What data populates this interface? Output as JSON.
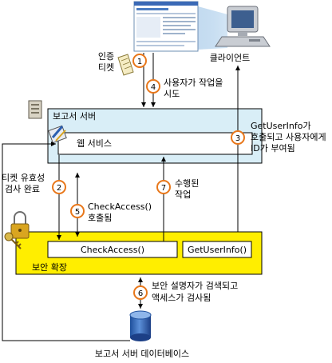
{
  "diagram": {
    "client_label": "클라이언트",
    "auth_ticket": [
      "인증",
      "티켓"
    ],
    "report_server": "보고서 서버",
    "web_service": "웹 서비스",
    "security_extension": "보안 확장",
    "check_access_method": "CheckAccess()",
    "get_user_info_method": "GetUserInfo()",
    "database_label": "보고서 서버 데이터베이스",
    "steps": [
      {
        "num": "1",
        "lines": []
      },
      {
        "num": "2",
        "lines": [
          "티켓 유효성",
          "검사 완료"
        ]
      },
      {
        "num": "3",
        "lines": [
          "GetUserInfo가",
          "호출되고 사용자에게",
          "ID가 부여됨"
        ]
      },
      {
        "num": "4",
        "lines": [
          "사용자가 작업을",
          "시도"
        ]
      },
      {
        "num": "5",
        "lines": [
          "CheckAccess()",
          "호출됨"
        ]
      },
      {
        "num": "6",
        "lines": [
          "보안 설명자가 검색되고",
          "액세스가 검사됨"
        ]
      },
      {
        "num": "7",
        "lines": [
          "수행된",
          "작업"
        ]
      }
    ],
    "colors": {
      "report_server_fill": "#d9eef7",
      "security_extension_fill": "#ffee00",
      "step_circle_stroke": "#e8771a"
    }
  }
}
